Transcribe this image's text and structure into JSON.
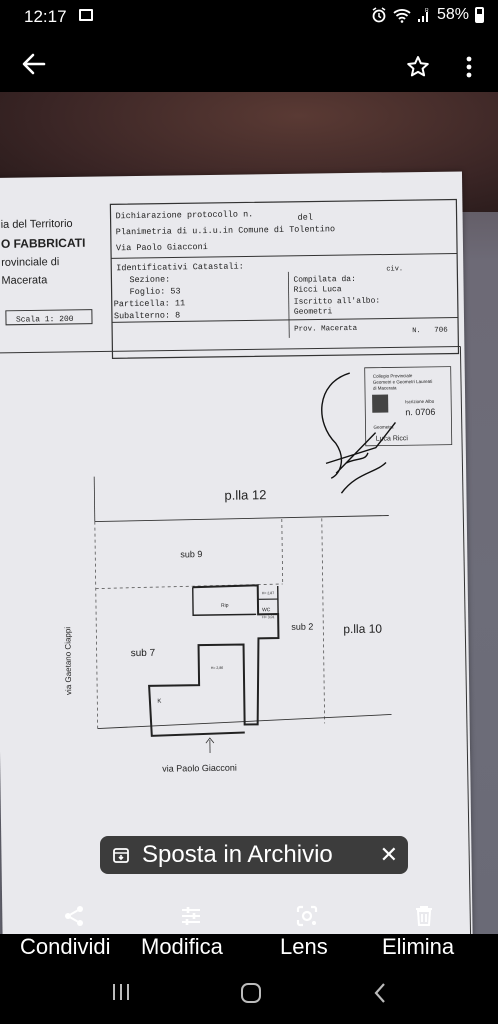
{
  "status": {
    "time": "12:17",
    "battery": "58%"
  },
  "app_bar": {
    "back_icon": "arrow-back-icon",
    "favorite_icon": "star-outline-icon",
    "more_icon": "more-vert-icon"
  },
  "photo": {
    "header": {
      "left_lines": [
        "ia del Territorio",
        "O FABBRICATI",
        "rovinciale di",
        "Macerata"
      ],
      "scale": "Scala 1: 200",
      "dichiarazione": "Dichiarazione protocollo n.",
      "del": "del",
      "planimetria": "Planimetria di u.i.u.in Comune di Tolentino",
      "address": "Via Paolo Giacconi",
      "civ": "civ.",
      "identificativi": "Identificativi Catastali:",
      "sezione": "Sezione:",
      "foglio": "Foglio: 53",
      "particella": "Particella: 11",
      "subalterno": "Subalterno: 8",
      "compilata": "Compilata da:",
      "compiler": "Ricci Luca",
      "iscritto": "Iscritto all'albo:",
      "geometri": "Geometri",
      "prov": "Prov. Macerata",
      "num_label": "N.",
      "num": "706"
    },
    "stamp": {
      "line1": "Collegio Provinciale",
      "line2": "Geometri e Geometri Laureati",
      "line3": "di Macerata",
      "iscrizione": "Iscrizione Albo",
      "n": "n. 0706",
      "geometra": "Geometra",
      "name": "Luca Ricci"
    },
    "plan": {
      "plla12": "p.lla 12",
      "sub9": "sub 9",
      "sub7": "sub 7",
      "sub2": "sub 2",
      "plla10": "p.lla 10",
      "rip": "Rip",
      "wc": "WC",
      "h1": "H= 2,87",
      "h2": "H= 3,01",
      "h3": "H= 2,86",
      "k": "K",
      "via_side": "via Gaetano Ciappi",
      "via_bottom": "via Paolo Giacconi"
    }
  },
  "toast": {
    "icon": "archive-icon",
    "text": "Sposta in Archivio",
    "close_icon": "close-icon"
  },
  "actions": [
    {
      "label": "Condividi",
      "icon": "share-icon"
    },
    {
      "label": "Modifica",
      "icon": "tune-icon"
    },
    {
      "label": "Lens",
      "icon": "lens-icon"
    },
    {
      "label": "Elimina",
      "icon": "trash-icon"
    }
  ],
  "nav": {
    "recents_icon": "recents-icon",
    "home_icon": "home-icon",
    "back_icon": "back-icon"
  }
}
